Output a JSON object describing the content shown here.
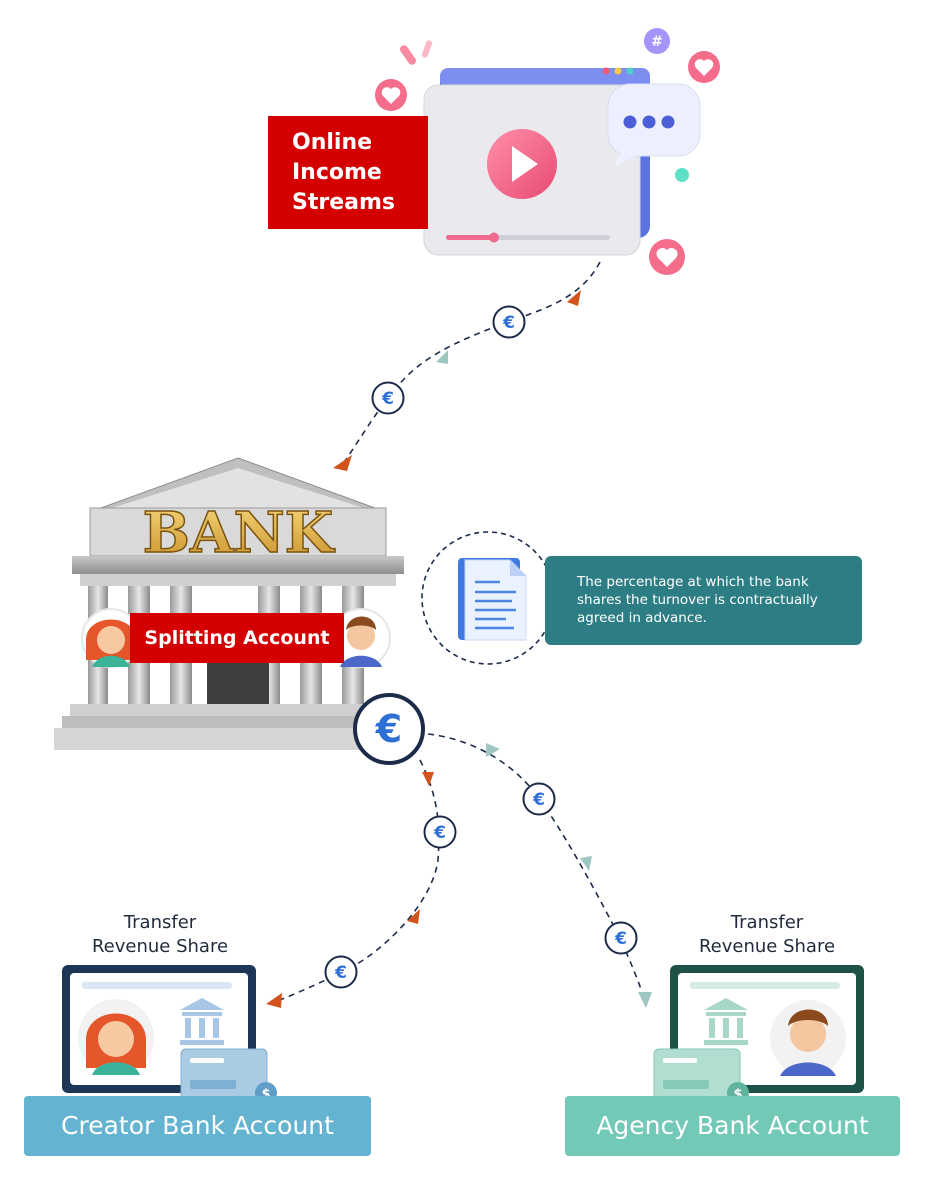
{
  "online": {
    "lines": [
      "Online",
      "Income",
      "Streams"
    ]
  },
  "bank": {
    "sign": "BANK",
    "splitting_label": "Splitting Account"
  },
  "info": {
    "text": "The percentage at which the bank shares the turnover is contractually agreed in advance."
  },
  "creator": {
    "transfer_line1": "Transfer",
    "transfer_line2": "Revenue Share",
    "label": "Creator Bank Account"
  },
  "agency": {
    "transfer_line1": "Transfer",
    "transfer_line2": "Revenue Share",
    "label": "Agency Bank Account"
  },
  "icons": {
    "hashtag": "#",
    "currency": "€",
    "dollar": "$"
  },
  "colors": {
    "red": "#d40000",
    "teal": "#2d7e84",
    "creator_blue": "#63b3d1",
    "agency_green": "#73c9b8",
    "navy": "#1c2b4a",
    "arrow_orange": "#d2541c",
    "arrow_mint": "#9fc7c2"
  }
}
